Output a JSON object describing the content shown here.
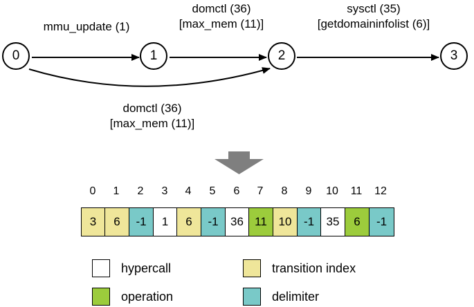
{
  "graph": {
    "nodes": [
      "0",
      "1",
      "2",
      "3"
    ],
    "edges": [
      {
        "from": "0",
        "to": "1",
        "label_lines": [
          "mmu_update (1)"
        ]
      },
      {
        "from": "1",
        "to": "2",
        "label_lines": [
          "domctl (36)",
          "[max_mem (11)]"
        ]
      },
      {
        "from": "2",
        "to": "3",
        "label_lines": [
          "sysctl (35)",
          "[getdomaininfolist (6)]"
        ]
      },
      {
        "from": "0",
        "to": "2",
        "label_lines": [
          "domctl (36)",
          "[max_mem (11)]"
        ]
      }
    ]
  },
  "array": {
    "indices": [
      "0",
      "1",
      "2",
      "3",
      "4",
      "5",
      "6",
      "7",
      "8",
      "9",
      "10",
      "11",
      "12"
    ],
    "cells": [
      {
        "value": "3",
        "kind": "transition index"
      },
      {
        "value": "6",
        "kind": "transition index"
      },
      {
        "value": "-1",
        "kind": "delimiter"
      },
      {
        "value": "1",
        "kind": "hypercall"
      },
      {
        "value": "6",
        "kind": "transition index"
      },
      {
        "value": "-1",
        "kind": "delimiter"
      },
      {
        "value": "36",
        "kind": "hypercall"
      },
      {
        "value": "11",
        "kind": "operation"
      },
      {
        "value": "10",
        "kind": "transition index"
      },
      {
        "value": "-1",
        "kind": "delimiter"
      },
      {
        "value": "35",
        "kind": "hypercall"
      },
      {
        "value": "6",
        "kind": "operation"
      },
      {
        "value": "-1",
        "kind": "delimiter"
      }
    ]
  },
  "legend": [
    {
      "label": "hypercall",
      "color": "#ffffff"
    },
    {
      "label": "transition index",
      "color": "#efe69a"
    },
    {
      "label": "operation",
      "color": "#9ccc3c"
    },
    {
      "label": "delimiter",
      "color": "#79c9c8"
    }
  ],
  "arrow_color": "#7f7f7f"
}
